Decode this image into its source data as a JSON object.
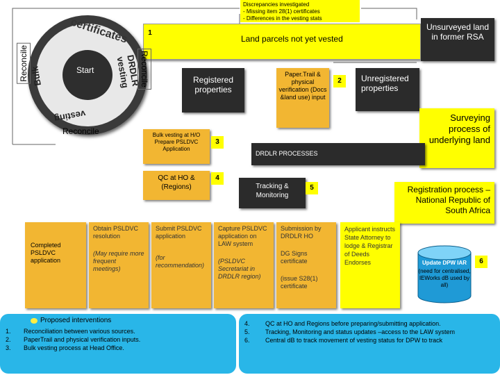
{
  "top_note": {
    "title": "Discrepancies investigated",
    "lines": [
      "- Missing item 28(1) certificates",
      "- Differences in the vesting stats"
    ]
  },
  "badges": [
    "1",
    "2",
    "3",
    "4",
    "5",
    "6"
  ],
  "land_parcels": "Land parcels not yet vested",
  "unsurveyed": "Unsurveyed land in former RSA",
  "start": "Start",
  "reconcile_left": "Reconcile",
  "reconcile_right": "Reconcile",
  "reconcile_bottom": "Reconcile",
  "wheel_words": [
    "certificates",
    "DRDLR vesting",
    "vesting",
    "Bulk"
  ],
  "registered": "Registered properties",
  "papertrail": {
    "title": "Paper.Trail &",
    "body": "physical verification (Docs &land use) input"
  },
  "unregistered": "Unregistered properties",
  "surveying": "Surveying process of underlying land",
  "bulk_vesting": {
    "title": "Bulk vesting at H/O",
    "body": "Prepare PSLDVC Application"
  },
  "drdlr_processes": "DRDLR PROCESSES",
  "qc": "QC at HO & (Regions)",
  "tracking": "Tracking & Monitoring",
  "registration": "Registration process – National Republic of South Africa",
  "row": {
    "completed": "Completed PSLDVC application",
    "obtain": "Obtain PSLDVC resolution",
    "obtain_note": "(May require more frequent meetings)",
    "submit": "Submit PSLDVC application",
    "submit_note": "(for recommendation)",
    "capture": "Capture PSLDVC application on LAW system",
    "capture_note": "(PSLDVC Secretariat in DRDLR region)",
    "submission": "Submission by DRDLR HO",
    "dg": "DG Signs certificate",
    "issue": "(issue S28(1) certificate",
    "applicant": "Applicant instructs State Attorney to lodge & Registrar of Deeds Endorses"
  },
  "update_dpw": {
    "title": "Update DPW IAR",
    "body": "(need for centralised, IEWorks dB used by all)"
  },
  "proposed": {
    "heading": "Proposed interventions",
    "items": [
      {
        "n": "1.",
        "t": "Reconciliation between various sources."
      },
      {
        "n": "2.",
        "t": "PaperTrail and physical verification inputs."
      },
      {
        "n": "3.",
        "t": "Bulk vesting process at Head Office."
      }
    ],
    "items_right": [
      {
        "n": "4.",
        "t": "QC at HO and Regions before preparing/submitting application."
      },
      {
        "n": "5.",
        "t": "Tracking, Monitoring and status updates –access to the LAW system"
      },
      {
        "n": "6.",
        "t": "Central dB to track movement of vesting status for DPW to track"
      }
    ]
  }
}
